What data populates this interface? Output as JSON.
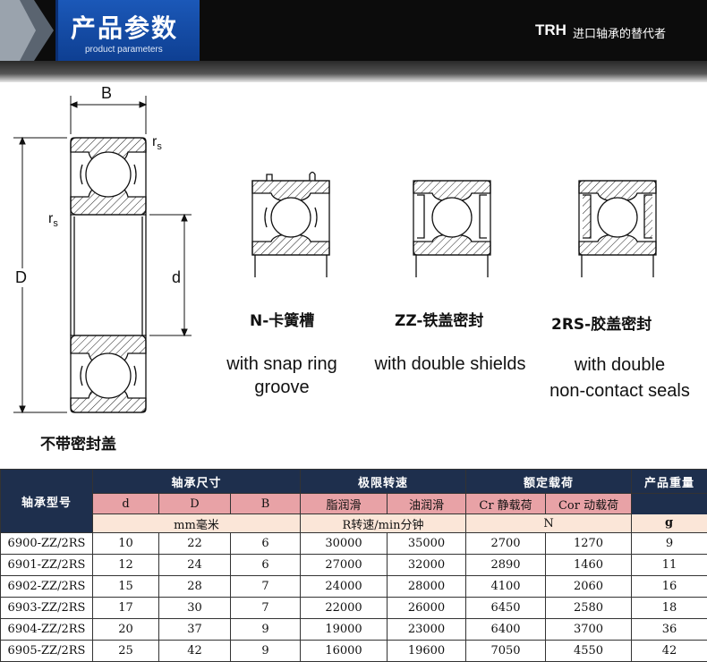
{
  "banner": {
    "title": "产品参数",
    "subtitle": "product parameters",
    "brand": "TRH",
    "slogan": "进口轴承的替代者"
  },
  "diagram": {
    "dim_B": "B",
    "dim_r": "r",
    "dim_s": "s",
    "dim_D": "D",
    "dim_d": "d",
    "open_caption": "不带密封盖",
    "variants": [
      {
        "code": "N-卡簧槽",
        "desc_line1": "with snap ring",
        "desc_line2": "groove"
      },
      {
        "code": "ZZ-铁盖密封",
        "desc_line1": "with double shields",
        "desc_line2": ""
      },
      {
        "code": "2RS-胶盖密封",
        "desc_line1": "with double",
        "desc_line2": "non-contact seals"
      }
    ]
  },
  "table": {
    "model_header": "轴承型号",
    "group_size": "轴承尺寸",
    "group_speed": "极限转速",
    "group_load": "额定载荷",
    "group_weight": "产品重量",
    "col_d": "d",
    "col_D": "D",
    "col_B": "B",
    "col_grease": "脂润滑",
    "col_oil": "油润滑",
    "col_cr": "Cr 静载荷",
    "col_cor": "Cor 动载荷",
    "unit_size": "mm毫米",
    "unit_speed": "R转速/min分钟",
    "unit_load": "N",
    "unit_weight": "g",
    "rows": [
      [
        "6900-ZZ/2RS",
        "10",
        "22",
        "6",
        "30000",
        "35000",
        "2700",
        "1270",
        "9"
      ],
      [
        "6901-ZZ/2RS",
        "12",
        "24",
        "6",
        "27000",
        "32000",
        "2890",
        "1460",
        "11"
      ],
      [
        "6902-ZZ/2RS",
        "15",
        "28",
        "7",
        "24000",
        "28000",
        "4100",
        "2060",
        "16"
      ],
      [
        "6903-ZZ/2RS",
        "17",
        "30",
        "7",
        "22000",
        "26000",
        "6450",
        "2580",
        "18"
      ],
      [
        "6904-ZZ/2RS",
        "20",
        "37",
        "9",
        "19000",
        "23000",
        "6400",
        "3700",
        "36"
      ],
      [
        "6905-ZZ/2RS",
        "25",
        "42",
        "9",
        "16000",
        "19600",
        "7050",
        "4550",
        "42"
      ]
    ]
  }
}
